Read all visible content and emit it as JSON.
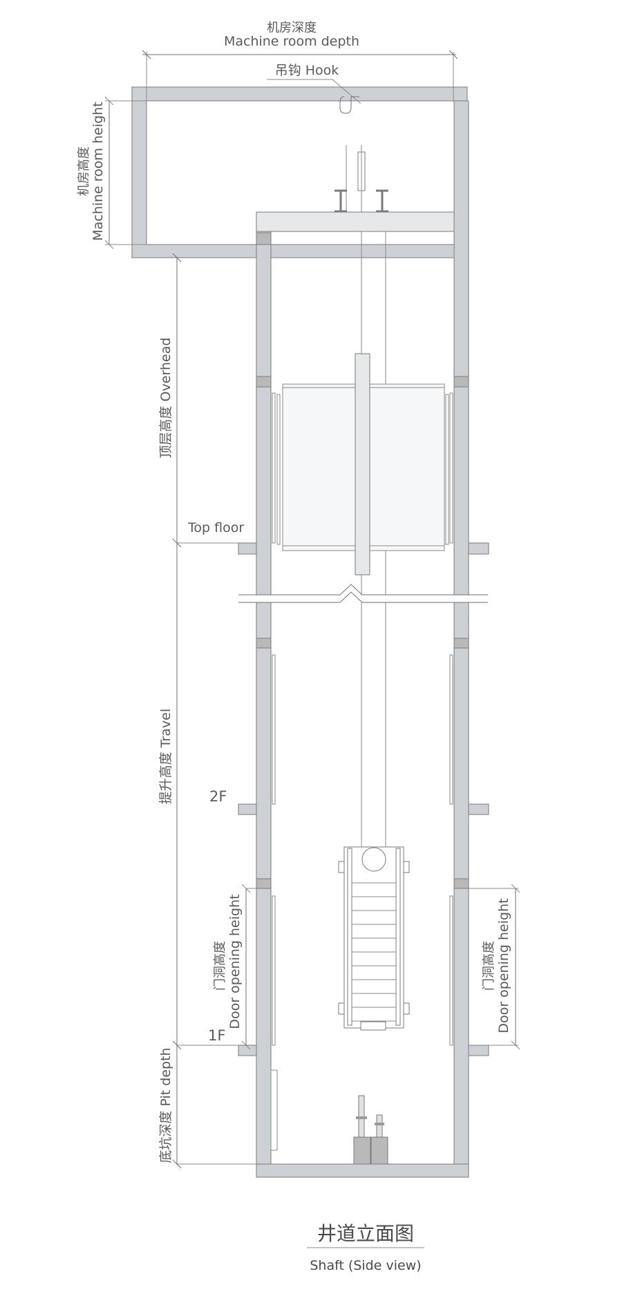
{
  "labels": {
    "machine_room_depth_cn": "机房深度",
    "machine_room_depth_en": "Machine room depth",
    "hook": "吊钩  Hook",
    "machine_room_height_cn": "机房高度",
    "machine_room_height_en": "Machine room height",
    "overhead": "顶层高度  Overhead",
    "top_floor": "Top floor",
    "travel": "提升高度  Travel",
    "floor_2f": "2F",
    "floor_1f": "1F",
    "door_opening_cn": "门洞高度",
    "door_opening_en": "Door opening height",
    "pit_depth": "底坑深度  Pit depth"
  },
  "caption": {
    "title_cn": "井道立面图",
    "title_en": "Shaft (Side view)"
  },
  "colors": {
    "wall": "#cdd0d4",
    "band": "#b9b9b9",
    "car": "#f5f7f9",
    "text": "#5a5a5a"
  }
}
